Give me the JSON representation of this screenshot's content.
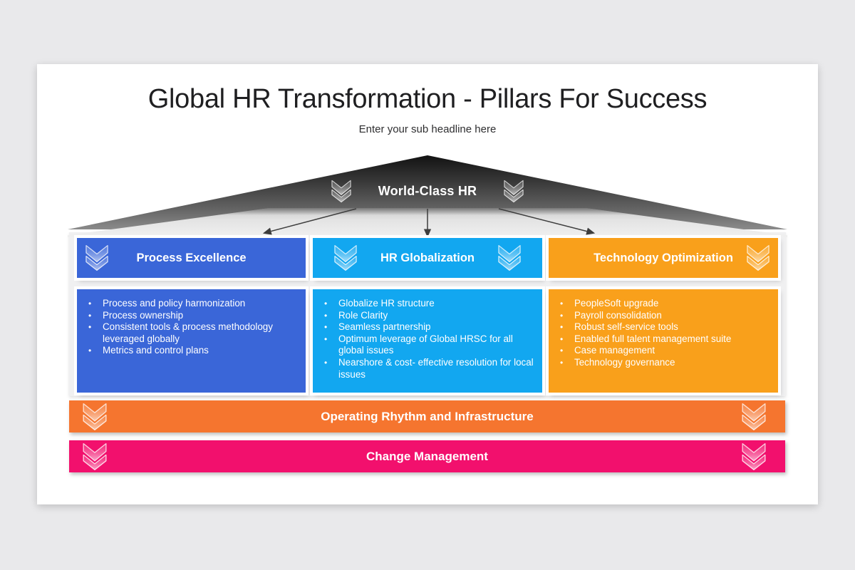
{
  "slide": {
    "title": "Global HR Transformation - Pillars For Success",
    "subtitle": "Enter your sub headline here",
    "roof": {
      "label": "World-Class HR"
    },
    "pillars": [
      {
        "label": "Process Excellence",
        "color": "#3a66d8",
        "bullets": [
          "Process and policy harmonization",
          "Process ownership",
          "Consistent tools & process methodology leveraged globally",
          "Metrics and control plans"
        ]
      },
      {
        "label": "HR Globalization",
        "color": "#12a7f0",
        "bullets": [
          "Globalize HR structure",
          "Role Clarity",
          "Seamless partnership",
          "Optimum leverage of Global HRSC for all global issues",
          "Nearshore & cost- effective resolution for local issues"
        ]
      },
      {
        "label": "Technology Optimization",
        "color": "#f9a01b",
        "bullets": [
          "PeopleSoft upgrade",
          "Payroll consolidation",
          "Robust self-service tools",
          "Enabled full talent management suite",
          "Case management",
          "Technology governance"
        ]
      }
    ],
    "bars": [
      {
        "label": "Operating Rhythm and Infrastructure",
        "color": "#f5752f"
      },
      {
        "label": "Change Management",
        "color": "#f2106d"
      }
    ],
    "icons": {
      "chevron": "double-chevron-down"
    },
    "colors": {
      "canvas_background": "#e9e9eb",
      "slide_background": "#ffffff",
      "roof_dark": "#121212",
      "roof_light": "#8b8b8b",
      "panel": "#f0f0f1"
    }
  }
}
